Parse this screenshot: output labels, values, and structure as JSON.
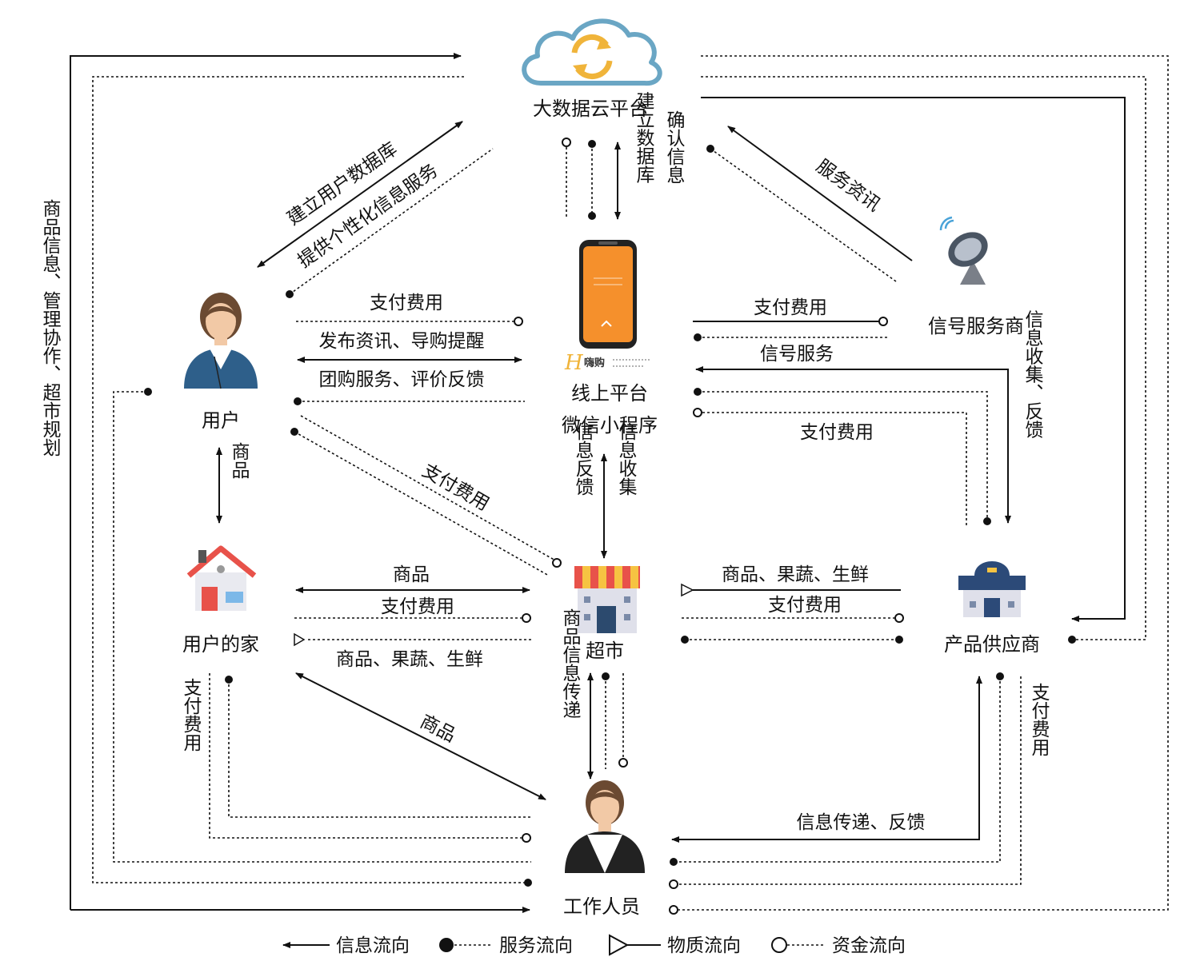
{
  "nodes": {
    "cloud": "大数据云平台",
    "user": "用户",
    "platform_line1": "线上平台",
    "platform_line2": "微信小程序",
    "signal": "信号服务商",
    "home": "用户的家",
    "supermarket": "超市",
    "supplier": "产品供应商",
    "staff": "工作人员",
    "app_brand": "嗨购"
  },
  "labels": {
    "build_user_db": "建立用户数据库",
    "personal_service": "提供个性化信息服务",
    "build_db": "建立数据库",
    "confirm_info": "确认信息",
    "service_news": "服务资讯",
    "pay_user_platform": "支付费用",
    "publish_news": "发布资讯、导购提醒",
    "group_buy": "团购服务、评价反馈",
    "pay_platform_signal": "支付费用",
    "signal_service": "信号服务",
    "info_collect_feedback": "信息收集、反馈",
    "pay_supplier_platform": "支付费用",
    "pay_user_market": "支付费用",
    "goods_user_home": "商品",
    "info_feedback": "信息反馈",
    "info_collect": "信息收集",
    "goods_home_market": "商品",
    "pay_home_market": "支付费用",
    "goods_fresh_home": "商品、果蔬、生鲜",
    "goods_fresh_supplier": "商品、果蔬、生鲜",
    "pay_market_supplier": "支付费用",
    "goods_staff_home": "商品",
    "goods_info_pass": "商品信息传递",
    "pay_home_staff": "支付费用",
    "info_pass_feedback": "信息传递、反馈",
    "pay_supplier_staff": "支付费用",
    "left_side": "商品信息、管理协作、超市规划"
  },
  "legend": {
    "info": "信息流向",
    "service": "服务流向",
    "material": "物质流向",
    "capital": "资金流向"
  },
  "colors": {
    "cloud_stroke": "#6aa6c4",
    "cloud_arrows": "#f0b43a",
    "phone_screen": "#f5902c",
    "person_suit": "#2e5f8a",
    "house_roof": "#e8524a",
    "market_awning_red": "#e8524a",
    "market_awning_yellow": "#f6c342",
    "supplier_dome": "#2c4a78",
    "staff_suit": "#222222"
  }
}
